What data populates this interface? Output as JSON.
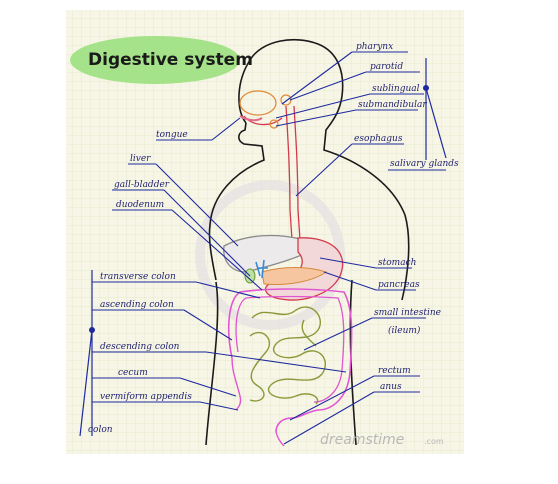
{
  "title": "Digestive system",
  "labels": {
    "pharynx": "pharynx",
    "parotid": "parotid",
    "sublingual": "sublingual",
    "submandibular": "submandibular",
    "salivary_glands": "salivary glands",
    "tongue": "tongue",
    "esophagus": "esophagus",
    "liver": "liver",
    "gall_bladder": "gall-bladder",
    "duodenum": "duodenum",
    "stomach": "stomach",
    "pancreas": "pancreas",
    "small_intestine": "small intestine",
    "ileum": "(ileum)",
    "transverse_colon": "transverse colon",
    "ascending_colon": "ascending colon",
    "descending_colon": "descending colon",
    "cecum": "cecum",
    "vermiform_appendix": "vermiform appendis",
    "colon": "colon",
    "rectum": "rectum",
    "anus": "anus"
  },
  "watermark": {
    "brand": "dreamstime",
    "suffix": ".com"
  },
  "colors": {
    "paper": "#f7f6e6",
    "grid": "#dfe7c8",
    "title_highlight": "#9be07e",
    "outline": "#1a1a1a",
    "leader": "#1f2aa0",
    "esophagus": "#d43a4a",
    "large_intestine": "#e255d2",
    "small_intestine": "#8a9a3a",
    "liver": "#a0a0a0",
    "bile": "#3a8ad8"
  }
}
